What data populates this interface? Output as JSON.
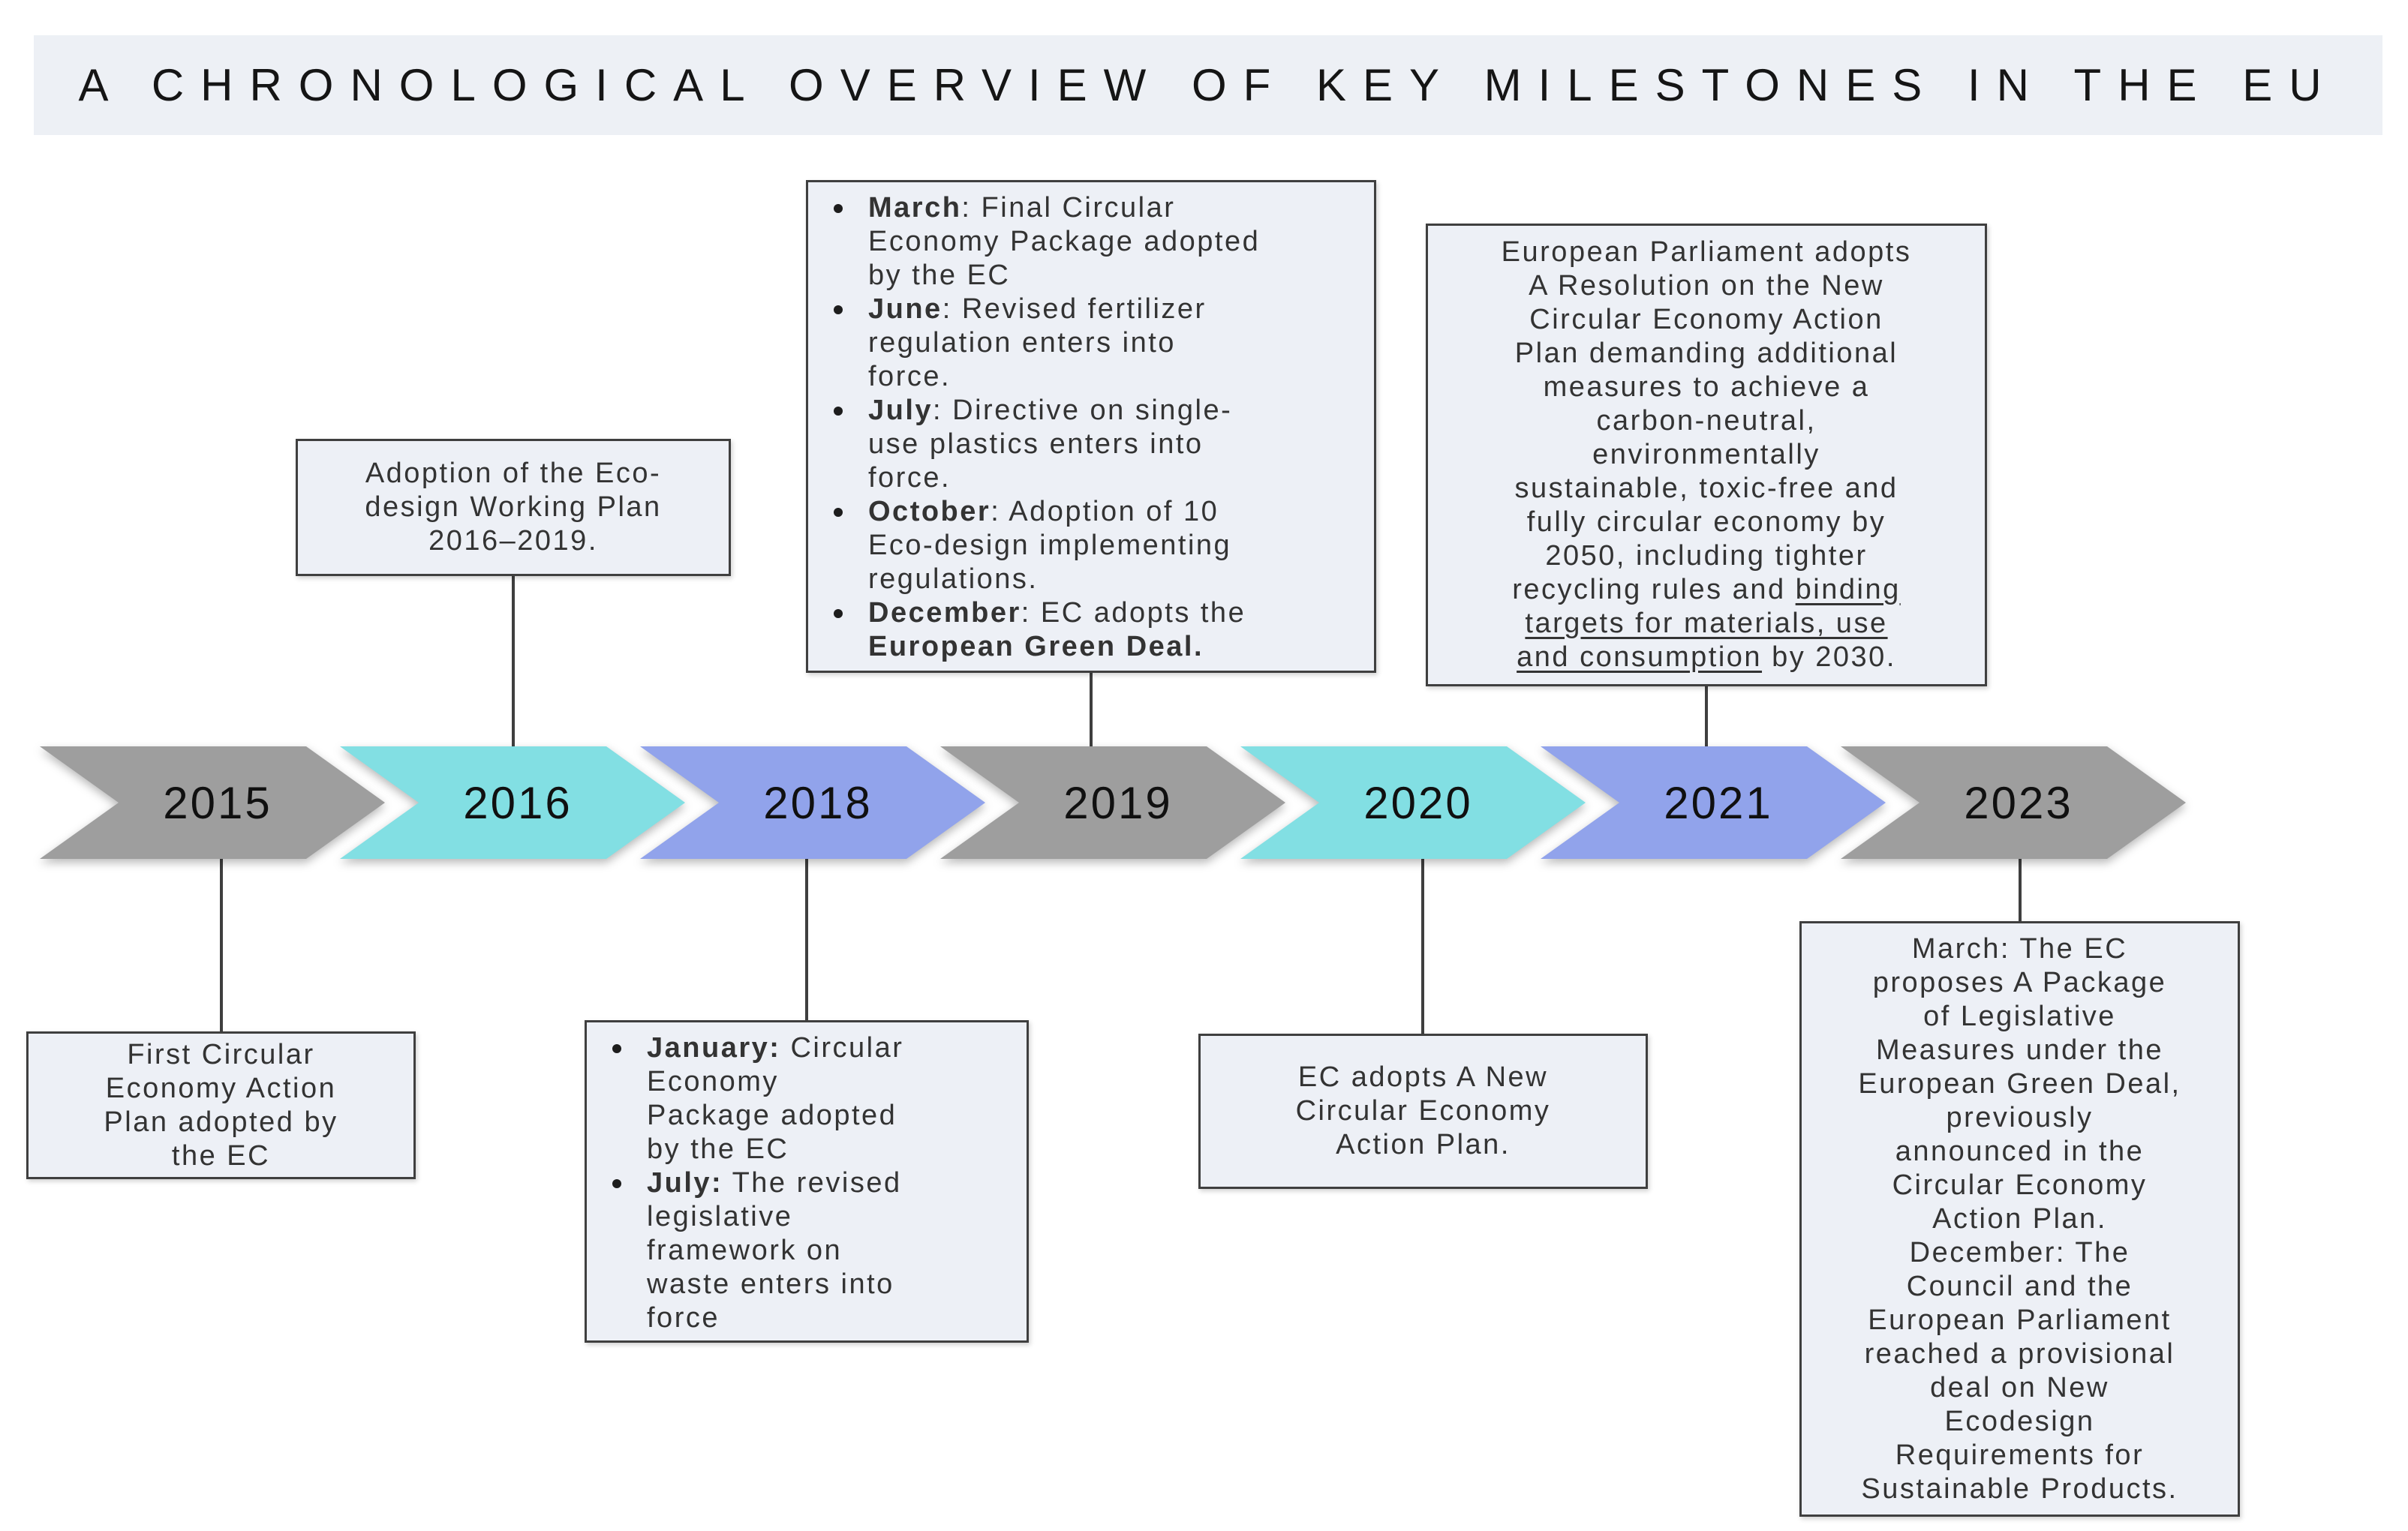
{
  "title": "A CHRONOLOGICAL OVERVIEW OF KEY MILESTONES IN THE EU",
  "palette": {
    "gray": "#9E9E9E",
    "teal": "#82DFE3",
    "blue": "#91A3EB",
    "box_bg": "#EDF0F6",
    "box_border": "#3F3F3F",
    "line": "#3F3F3F",
    "title_bg": "#EDF0F5"
  },
  "timeline": {
    "items": [
      {
        "year": "2015",
        "color": "gray"
      },
      {
        "year": "2016",
        "color": "teal"
      },
      {
        "year": "2018",
        "color": "blue"
      },
      {
        "year": "2019",
        "color": "gray"
      },
      {
        "year": "2020",
        "color": "teal"
      },
      {
        "year": "2021",
        "color": "blue"
      },
      {
        "year": "2023",
        "color": "gray"
      }
    ]
  },
  "boxes": {
    "y2016": {
      "position": "above",
      "lines": [
        "Adoption of the Eco-",
        "design Working Plan",
        "2016–2019."
      ]
    },
    "y2019": {
      "position": "above",
      "bullets": [
        [
          {
            "t": "March",
            "b": true
          },
          {
            "t": ": Final Circular\nEconomy Package adopted\nby the EC"
          }
        ],
        [
          {
            "t": "June",
            "b": true
          },
          {
            "t": ": Revised fertilizer\nregulation enters into\nforce."
          }
        ],
        [
          {
            "t": "July",
            "b": true
          },
          {
            "t": ": Directive on single-\nuse plastics enters into\nforce."
          }
        ],
        [
          {
            "t": "October",
            "b": true
          },
          {
            "t": ": Adoption of 10\nEco-design implementing\nregulations."
          }
        ],
        [
          {
            "t": "December",
            "b": true
          },
          {
            "t": ": EC adopts the\n"
          },
          {
            "t": "European Green Deal.",
            "b": true
          }
        ]
      ]
    },
    "y2021": {
      "position": "above",
      "segments": [
        {
          "t": "European Parliament adopts\nA Resolution on the New\nCircular Economy Action\nPlan demanding additional\nmeasures to achieve a\ncarbon-neutral,\nenvironmentally\nsustainable, toxic-free and\nfully circular economy by\n2050, including tighter\nrecycling rules and "
        },
        {
          "t": "binding\ntargets for materials, use\nand consumption",
          "u": true
        },
        {
          "t": " by 2030."
        }
      ]
    },
    "y2015": {
      "position": "below",
      "lines": [
        "First Circular",
        "Economy Action",
        "Plan adopted by",
        "the EC"
      ]
    },
    "y2018": {
      "position": "below",
      "bullets": [
        [
          {
            "t": "January:",
            "b": true
          },
          {
            "t": " Circular\nEconomy\nPackage adopted\nby the EC"
          }
        ],
        [
          {
            "t": "July:",
            "b": true
          },
          {
            "t": " The revised\nlegislative\nframework on\nwaste enters into\nforce"
          }
        ]
      ]
    },
    "y2020": {
      "position": "below",
      "lines": [
        "EC adopts A New",
        "Circular Economy",
        "Action Plan."
      ]
    },
    "y2023": {
      "position": "below",
      "lines": [
        "March: The EC",
        "proposes A Package",
        "of Legislative",
        "Measures under the",
        "European Green Deal,",
        "previously",
        "announced in the",
        "Circular Economy",
        "Action Plan.",
        "December: The",
        "Council and the",
        "European Parliament",
        "reached a provisional",
        "deal on New",
        "Ecodesign",
        "Requirements for",
        "Sustainable Products."
      ]
    }
  }
}
